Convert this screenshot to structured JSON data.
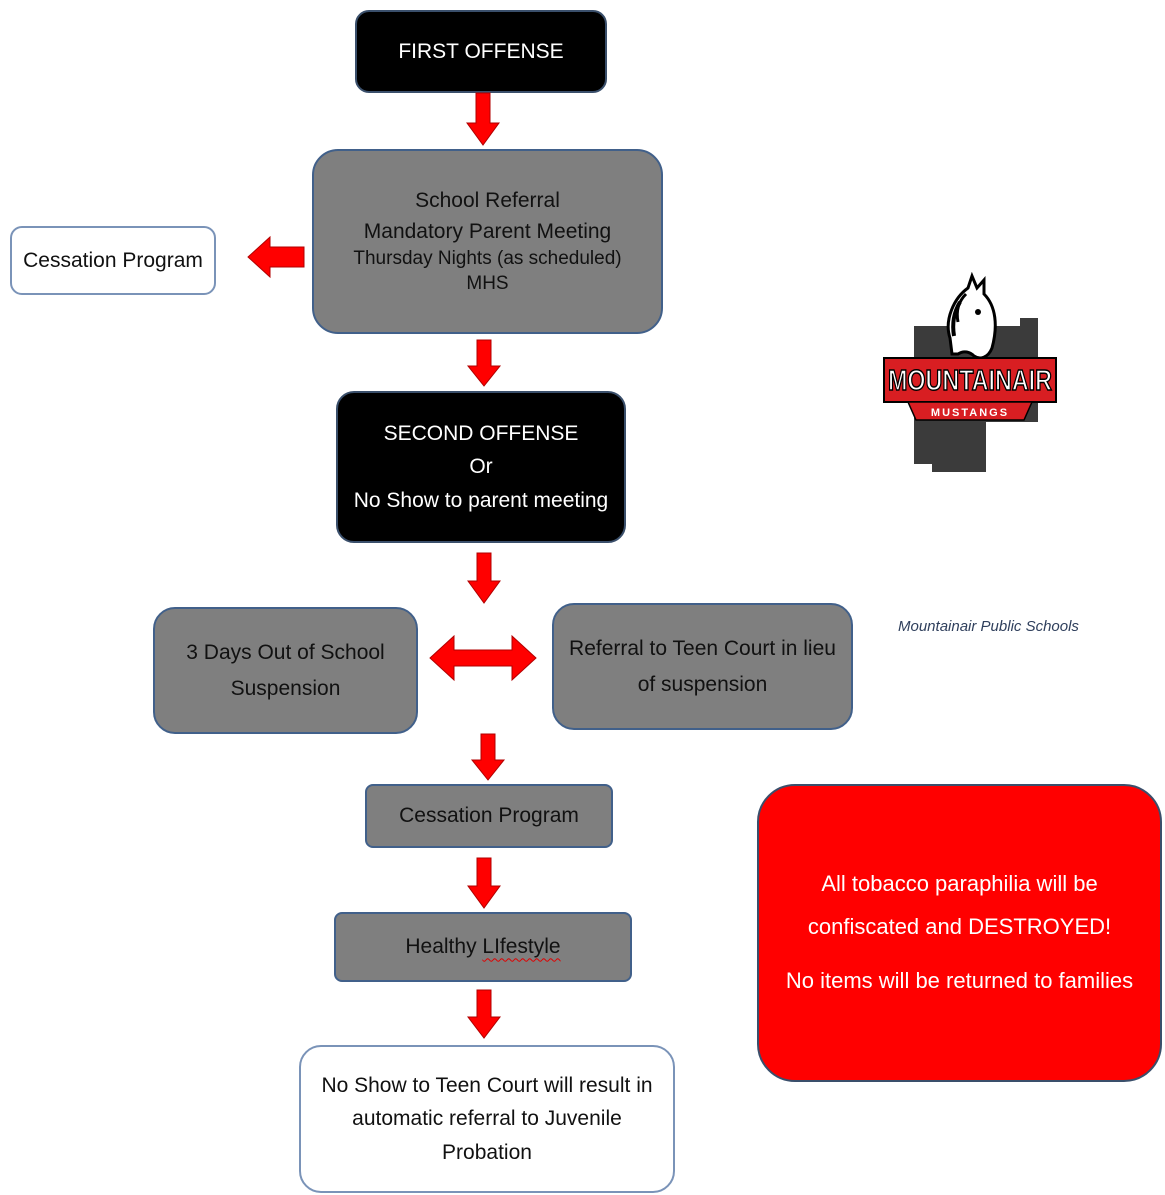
{
  "nodes": {
    "first_offense": {
      "lines": [
        "FIRST OFFENSE"
      ]
    },
    "school_referral": {
      "lines": [
        "School Referral",
        "Mandatory Parent Meeting",
        "Thursday Nights (as scheduled)",
        "MHS"
      ]
    },
    "cessation_top": {
      "lines": [
        "Cessation Program"
      ]
    },
    "second_offense": {
      "lines": [
        "SECOND OFFENSE",
        "Or",
        "No Show to parent meeting"
      ]
    },
    "suspension": {
      "lines": [
        "3 Days Out of School",
        "Suspension"
      ]
    },
    "teen_court": {
      "lines": [
        "Referral to Teen Court in lieu",
        "of suspension"
      ]
    },
    "cessation_bottom": {
      "lines": [
        "Cessation Program"
      ]
    },
    "healthy_lifestyle": {
      "prefix": "Healthy ",
      "misspelled": "LIfestyle"
    },
    "no_show_teen_court": {
      "lines": [
        "No Show to Teen Court will result in",
        "automatic referral to Juvenile",
        "Probation"
      ]
    }
  },
  "notice": {
    "line1": "All tobacco paraphilia will be",
    "line2": "confiscated and DESTROYED!",
    "line3": "No items will be returned to families"
  },
  "logo": {
    "wordmark": "MOUNTAINAIR",
    "subtitle": "MUSTANGS"
  },
  "caption": "Mountainair Public Schools",
  "colors": {
    "arrow": "#ff0000",
    "box_black": "#000000",
    "box_gray": "#7f7f7f",
    "notice_red": "#ff0000",
    "logo_red": "#d81e22",
    "logo_gray": "#3b3b3b"
  }
}
